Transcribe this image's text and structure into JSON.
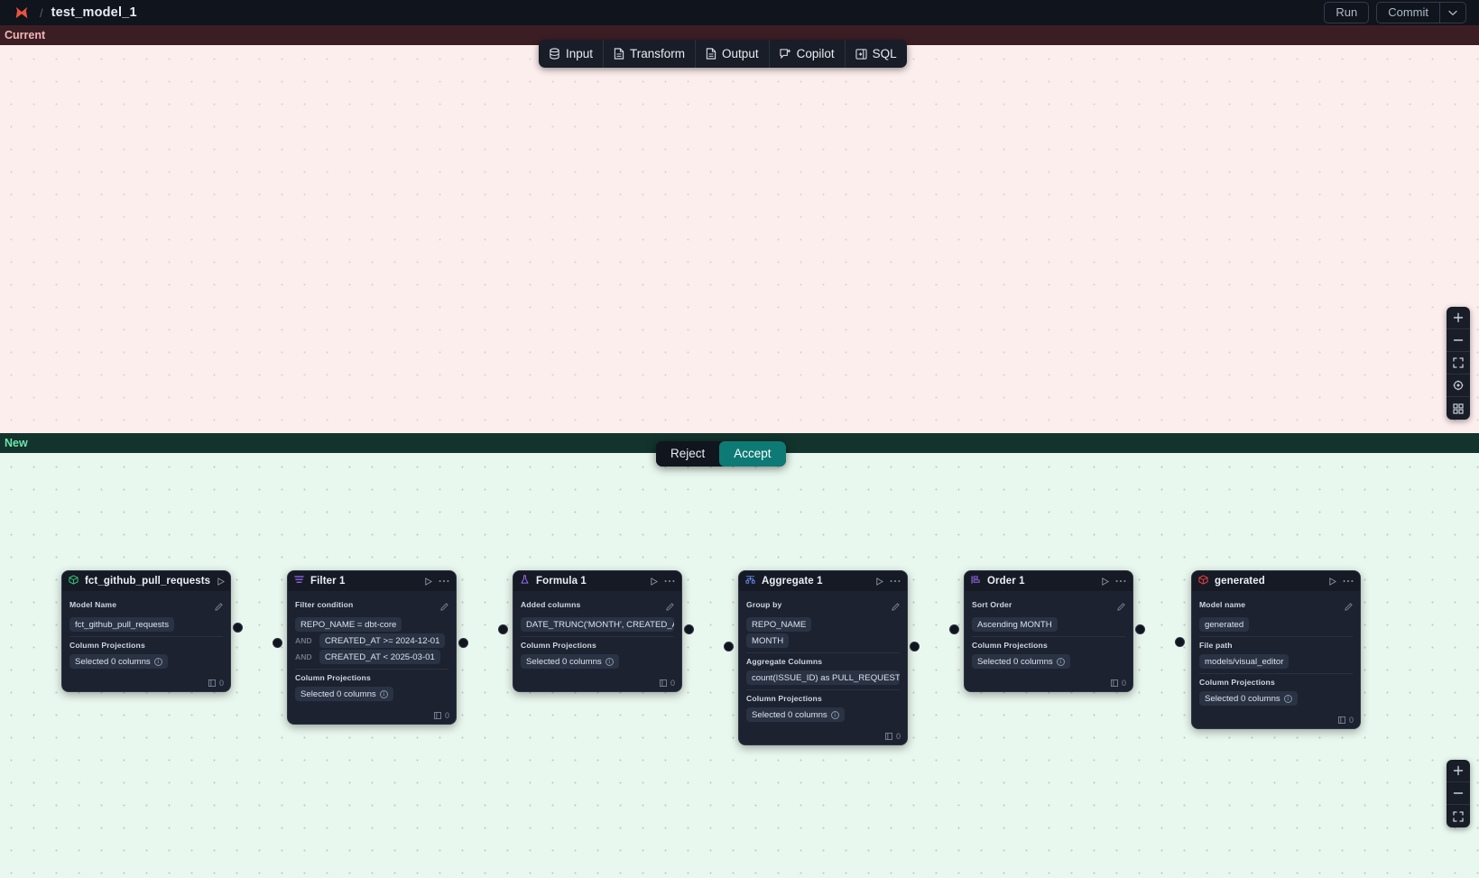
{
  "topbar": {
    "logo_icon": "x-mark-logo",
    "separator": "/",
    "title": "test_model_1",
    "run_label": "Run",
    "commit_label": "Commit",
    "commit_caret_icon": "chevron-down-icon"
  },
  "toolbar": {
    "items": [
      {
        "label": "Input",
        "icon": "database-icon"
      },
      {
        "label": "Transform",
        "icon": "file-text-icon"
      },
      {
        "label": "Output",
        "icon": "file-text-icon"
      },
      {
        "label": "Copilot",
        "icon": "copilot-sparkle-icon"
      },
      {
        "label": "SQL",
        "icon": "sql-panel-icon"
      }
    ]
  },
  "panes": {
    "current_label": "Current",
    "new_label": "New"
  },
  "decision": {
    "reject_label": "Reject",
    "accept_label": "Accept"
  },
  "zoom_controls_top": [
    {
      "icon": "plus-icon"
    },
    {
      "icon": "minus-icon"
    },
    {
      "icon": "fit-screen-icon"
    },
    {
      "icon": "target-center-icon"
    },
    {
      "icon": "grid-layout-icon"
    }
  ],
  "zoom_controls_bottom": [
    {
      "icon": "plus-icon"
    },
    {
      "icon": "minus-icon"
    },
    {
      "icon": "fit-screen-icon"
    }
  ],
  "nodes": [
    {
      "id": "source",
      "icon": "cube-icon-green",
      "title": "fct_github_pull_requests",
      "run_icon": "play-icon",
      "more_icon": "ellipsis-icon",
      "row_count": "0",
      "sections": [
        {
          "label": "Model Name",
          "editable": true,
          "chips": [
            {
              "text": "fct_github_pull_requests"
            }
          ]
        },
        {
          "label": "Column Projections",
          "editable": false,
          "chips": [
            {
              "text": "Selected 0 columns",
              "info": true
            }
          ]
        }
      ]
    },
    {
      "id": "filter",
      "icon": "filter-icon-purple",
      "title": "Filter 1",
      "run_icon": "play-icon",
      "more_icon": "ellipsis-icon",
      "row_count": "0",
      "sections": [
        {
          "label": "Filter condition",
          "editable": true,
          "chips": [
            {
              "text": "REPO_NAME = dbt-core"
            },
            {
              "conj": "AND",
              "text": "CREATED_AT >= 2024-12-01"
            },
            {
              "conj": "AND",
              "text": "CREATED_AT < 2025-03-01"
            }
          ]
        },
        {
          "label": "Column Projections",
          "editable": false,
          "chips": [
            {
              "text": "Selected 0 columns",
              "info": true
            }
          ]
        }
      ]
    },
    {
      "id": "formula",
      "icon": "formula-flask-icon",
      "title": "Formula 1",
      "run_icon": "play-icon",
      "more_icon": "ellipsis-icon",
      "row_count": "0",
      "sections": [
        {
          "label": "Added columns",
          "editable": true,
          "chips": [
            {
              "text": "DATE_TRUNC('MONTH', CREATED_AT…"
            }
          ]
        },
        {
          "label": "Column Projections",
          "editable": false,
          "chips": [
            {
              "text": "Selected 0 columns",
              "info": true
            }
          ]
        }
      ]
    },
    {
      "id": "aggregate",
      "icon": "aggregate-icon-blue",
      "title": "Aggregate 1",
      "run_icon": "play-icon",
      "more_icon": "ellipsis-icon",
      "row_count": "0",
      "sections": [
        {
          "label": "Group by",
          "editable": true,
          "chips": [
            {
              "text": "REPO_NAME"
            },
            {
              "text": "MONTH"
            }
          ]
        },
        {
          "label": "Aggregate Columns",
          "editable": false,
          "chips": [
            {
              "text": "count(ISSUE_ID) as PULL_REQUEST_…"
            }
          ]
        },
        {
          "label": "Column Projections",
          "editable": false,
          "chips": [
            {
              "text": "Selected 0 columns",
              "info": true
            }
          ]
        }
      ]
    },
    {
      "id": "order",
      "icon": "order-sort-icon-purple",
      "title": "Order 1",
      "run_icon": "play-icon",
      "more_icon": "ellipsis-icon",
      "row_count": "0",
      "sections": [
        {
          "label": "Sort Order",
          "editable": true,
          "chips": [
            {
              "text": "Ascending MONTH"
            }
          ]
        },
        {
          "label": "Column Projections",
          "editable": false,
          "chips": [
            {
              "text": "Selected 0 columns",
              "info": true
            }
          ]
        }
      ]
    },
    {
      "id": "generated",
      "icon": "cube-icon-red",
      "title": "generated",
      "run_icon": "play-icon",
      "more_icon": "ellipsis-icon",
      "row_count": "0",
      "sections": [
        {
          "label": "Model name",
          "editable": true,
          "chips": [
            {
              "text": "generated"
            }
          ]
        },
        {
          "label": "File path",
          "editable": false,
          "chips": [
            {
              "text": "models/visual_editor"
            }
          ]
        },
        {
          "label": "Column Projections",
          "editable": false,
          "chips": [
            {
              "text": "Selected 0 columns",
              "info": true
            }
          ]
        }
      ]
    }
  ],
  "colors": {
    "current_pane_bg": "#fdeeee",
    "new_pane_bg": "#e9f8ef",
    "current_label_bg": "#3b1e24",
    "new_label_bg": "#12342c",
    "accent_accept": "#0e7a75",
    "node_bg": "#1c2230",
    "logo_red": "#e8543f"
  }
}
